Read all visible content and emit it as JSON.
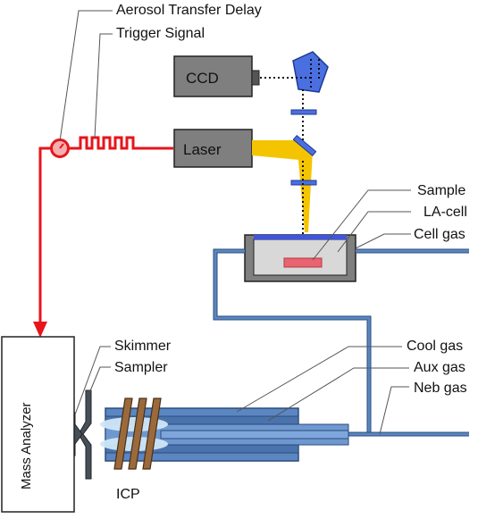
{
  "labels": {
    "aerosol_transfer_delay": "Aerosol Transfer Delay",
    "trigger_signal": "Trigger Signal",
    "ccd": "CCD",
    "laser": "Laser",
    "sample": "Sample",
    "la_cell": "LA-cell",
    "cell_gas": "Cell gas",
    "cool_gas": "Cool gas",
    "aux_gas": "Aux gas",
    "neb_gas": "Neb gas",
    "skimmer": "Skimmer",
    "sampler": "Sampler",
    "icp": "ICP",
    "mass_analyzer": "Mass Analyzer"
  },
  "colors": {
    "signal": "#e8141b",
    "laser_beam": "#f5c400",
    "box_gray": "#7f7f7f",
    "cell_gray": "#d8d8d8",
    "optic_blue": "#4a6fe0",
    "tube_blue": "#5b86c2",
    "tube_dark": "#2a4d7a",
    "plasma": "#cfe6f7",
    "coil": "#9b6a3c",
    "sample_red": "#e8646f",
    "window_blue": "#3d55e6",
    "cone_gray": "#46505a"
  },
  "icons": {
    "delay_dial": "clock-icon",
    "trigger_wave": "pulse-train-icon",
    "prism": "pentaprism-icon"
  }
}
